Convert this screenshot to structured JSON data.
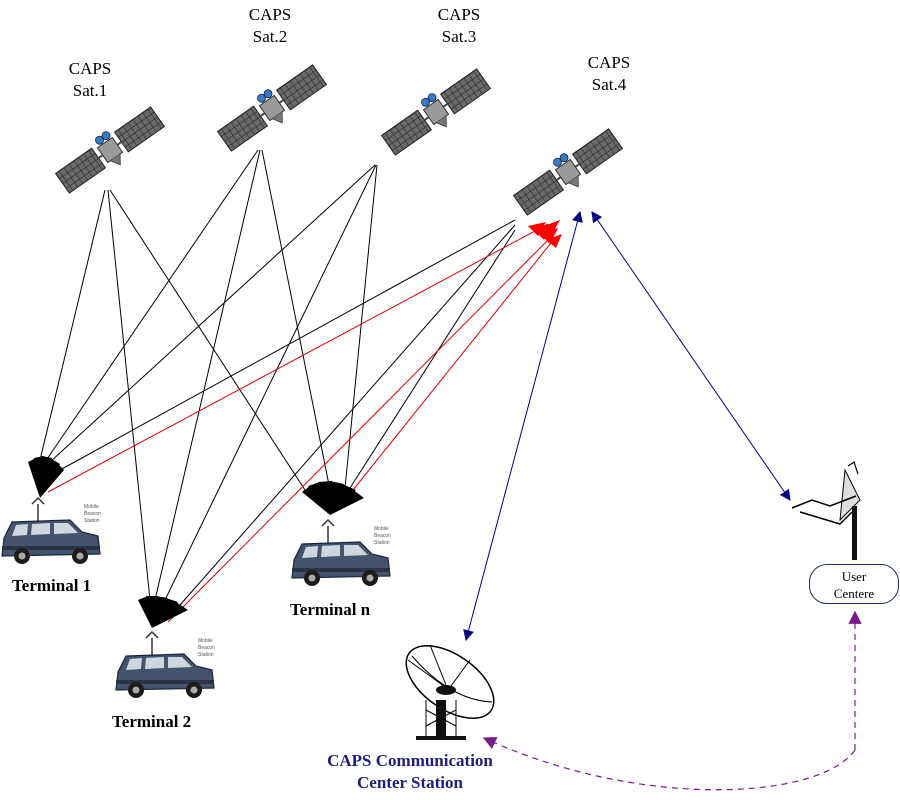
{
  "satellites": [
    {
      "name": "CAPS",
      "sub": "Sat.1"
    },
    {
      "name": "CAPS",
      "sub": "Sat.2"
    },
    {
      "name": "CAPS",
      "sub": "Sat.3"
    },
    {
      "name": "CAPS",
      "sub": "Sat.4"
    }
  ],
  "terminals": [
    {
      "label": "Terminal 1"
    },
    {
      "label": "Terminal 2"
    },
    {
      "label": "Terminal n"
    }
  ],
  "center_station": {
    "line1": "CAPS Communication",
    "line2": "Center Station"
  },
  "user_centre": {
    "line1": "User",
    "line2": "Centere"
  },
  "colors": {
    "uplink": "#e00000",
    "downlink": "#000000",
    "link": "#000080",
    "user_link": "#7a1a8a"
  }
}
